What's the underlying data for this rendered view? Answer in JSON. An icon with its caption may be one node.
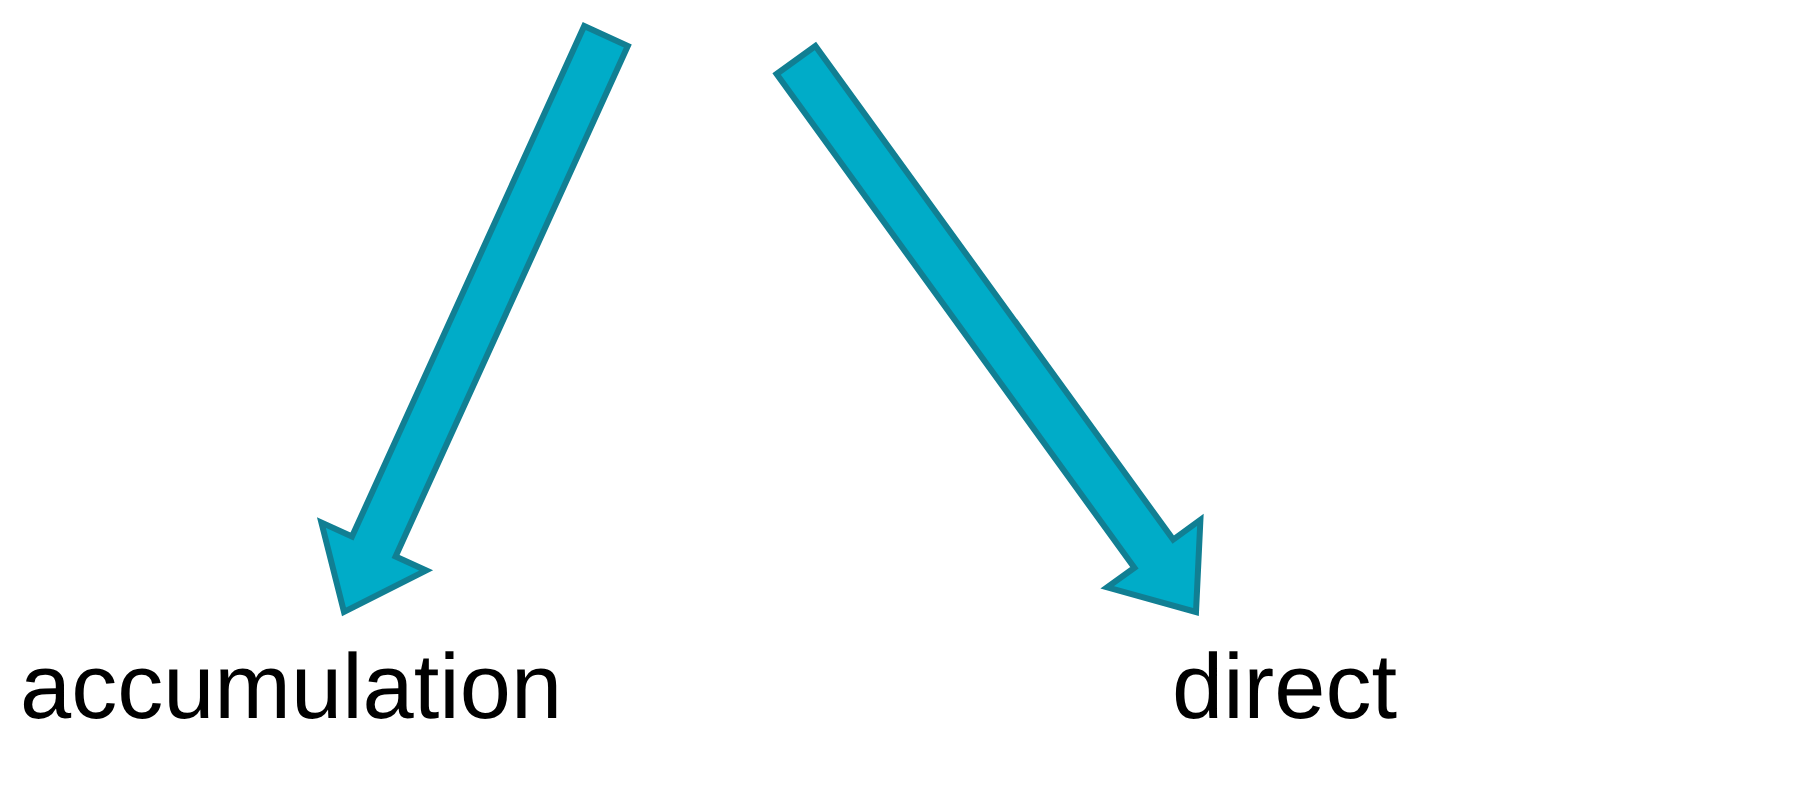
{
  "diagram": {
    "nodes": [
      {
        "text": [
          "accumulation"
        ]
      },
      {
        "text": [
          "direct"
        ]
      }
    ],
    "edges": [
      {
        "from": null,
        "to": 0,
        "arrow": "to",
        "style": "thick"
      },
      {
        "from": null,
        "to": 1,
        "arrow": "to",
        "style": "thick"
      }
    ]
  }
}
